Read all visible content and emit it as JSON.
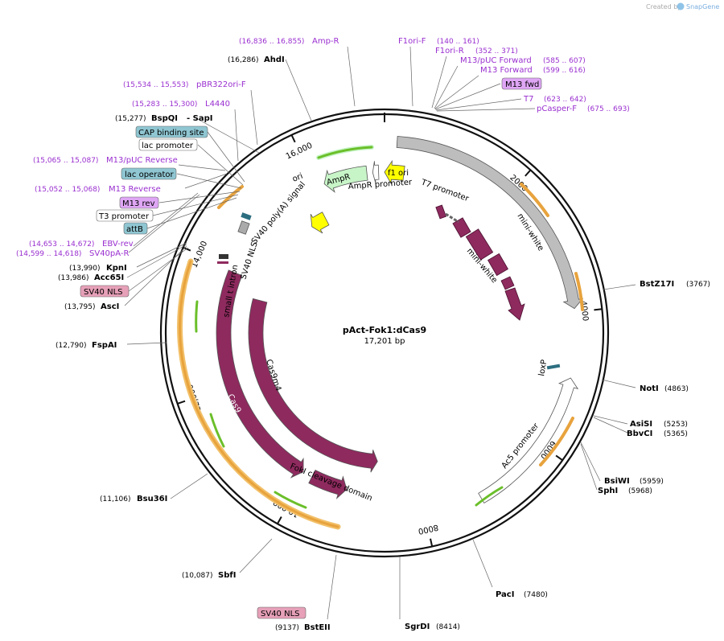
{
  "header": {
    "created_by": "Created by",
    "brand": "SnapGene"
  },
  "plasmid": {
    "name": "pAct-Fok1:dCas9",
    "length_label": "17,201 bp",
    "total_bp": 17201
  },
  "ticks": [
    {
      "bp": 2000,
      "label": "2000"
    },
    {
      "bp": 4000,
      "label": "4000"
    },
    {
      "bp": 6000,
      "label": "6000"
    },
    {
      "bp": 8000,
      "label": "8000"
    },
    {
      "bp": 10000,
      "label": "10,000"
    },
    {
      "bp": 12000,
      "label": "12,000"
    },
    {
      "bp": 14000,
      "label": "14,000"
    },
    {
      "bp": 16000,
      "label": "16,000"
    }
  ],
  "features": [
    {
      "name": "mini-white",
      "start": 180,
      "end": 3950,
      "color": "#bdbdbd",
      "dir": 1,
      "track": 0
    },
    {
      "name": "Ac5 promoter",
      "start": 4950,
      "end": 7150,
      "color": "#ffffff",
      "dir": -1,
      "track": 0
    },
    {
      "name": "FokI cleavage domain",
      "start": 9250,
      "end": 9880,
      "color": "#8e2a5e",
      "dir": -1,
      "track": 1
    },
    {
      "name": "Cas9",
      "start": 10050,
      "end": 13950,
      "color": "#8e2a5e",
      "dir": -1,
      "track": 1
    },
    {
      "name": "Cas9m4",
      "start": 8750,
      "end": 13600,
      "color": "#8e2a5e",
      "dir": -1,
      "track": 2
    },
    {
      "name": "AmpR",
      "start": 16150,
      "end": 16900,
      "color": "#c8f5c8",
      "dir": -1,
      "track": 1
    },
    {
      "name": "AmpR promoter",
      "start": 17000,
      "end": 17100,
      "color": "#ffffff",
      "dir": -1,
      "track": 1
    },
    {
      "name": "ori",
      "start": 15560,
      "end": 15900,
      "color": "#ffff00",
      "dir": -1,
      "track": 2
    },
    {
      "name": "f1 ori",
      "start": 0,
      "end": 330,
      "color": "#ffff00",
      "dir": -1,
      "track": 1
    }
  ],
  "feature_labels": {
    "mini_white_outer": "mini-white",
    "mini_white_inner": "mini-white",
    "t7_promoter": "T7 promoter",
    "loxp": "loxP",
    "ac5": "Ac5 promoter",
    "fokI": "FokI cleavage domain",
    "cas9": "Cas9",
    "cas9m4": "Cas9m4",
    "small_t_intron": "small t intron",
    "sv40_nls": "SV40 NLS",
    "sv40_polya": "SV40 poly(A) signal",
    "ampr": "AmpR",
    "ampr_promoter": "AmpR promoter",
    "f1_ori": "f1 ori",
    "ori": "ori"
  },
  "enzymes": [
    {
      "name": "AhdI",
      "pos": "(16,286)"
    },
    {
      "name": "BspQI",
      "pos": "(15,277)",
      "extra": "- SapI"
    },
    {
      "name": "KpnI",
      "pos": "(13,990)"
    },
    {
      "name": "Acc65I",
      "pos": "(13,986)"
    },
    {
      "name": "AscI",
      "pos": "(13,795)"
    },
    {
      "name": "FspAI",
      "pos": "(12,790)"
    },
    {
      "name": "Bsu36I",
      "pos": "(11,106)"
    },
    {
      "name": "SbfI",
      "pos": "(10,087)"
    },
    {
      "name": "BstEII",
      "pos": "(9137)"
    },
    {
      "name": "SgrDI",
      "pos": "(8414)"
    },
    {
      "name": "PacI",
      "pos": "(7480)"
    },
    {
      "name": "BsiWI",
      "pos": "(5959)"
    },
    {
      "name": "SphI",
      "pos": "(5968)"
    },
    {
      "name": "AsiSI",
      "pos": "(5253)"
    },
    {
      "name": "BbvCI",
      "pos": "(5365)"
    },
    {
      "name": "NotI",
      "pos": "(4863)"
    },
    {
      "name": "BstZ17I",
      "pos": "(3767)"
    }
  ],
  "primers": [
    {
      "name": "Amp-R",
      "pos": "(16,836 .. 16,855)"
    },
    {
      "name": "F1ori-F",
      "pos": "(140 .. 161)"
    },
    {
      "name": "F1ori-R",
      "pos": "(352 .. 371)"
    },
    {
      "name": "M13/pUC Forward",
      "pos": "(585 .. 607)"
    },
    {
      "name": "M13 Forward",
      "pos": "(599 .. 616)"
    },
    {
      "name": "M13 fwd",
      "pos": ""
    },
    {
      "name": "T7",
      "pos": "(623 .. 642)"
    },
    {
      "name": "pCasper-F",
      "pos": "(675 .. 693)"
    },
    {
      "name": "pBR322ori-F",
      "pos": "(15,534 .. 15,553)"
    },
    {
      "name": "L4440",
      "pos": "(15,283 .. 15,300)"
    },
    {
      "name": "M13/pUC Reverse",
      "pos": "(15,065 .. 15,087)"
    },
    {
      "name": "M13 Reverse",
      "pos": "(15,052 .. 15,068)"
    },
    {
      "name": "EBV-rev",
      "pos": "(14,653 .. 14,672)"
    },
    {
      "name": "SV40pA-R",
      "pos": "(14,599 .. 14,618)"
    }
  ],
  "boxed_labels": {
    "cap": "CAP binding site",
    "lac_promoter": "lac promoter",
    "lac_operator": "lac operator",
    "m13_rev": "M13 rev",
    "t3_promoter": "T3 promoter",
    "attb": "attB",
    "sv40_nls_left": "SV40 NLS",
    "sv40_nls_bottom": "SV40 NLS"
  },
  "colors": {
    "primer": "#9a2fd0",
    "enzyme": "#000000",
    "orange": "#e8a33d",
    "green": "#6bbf2a",
    "plum": "#8e2a5e"
  }
}
